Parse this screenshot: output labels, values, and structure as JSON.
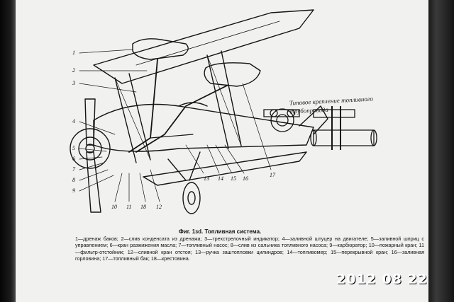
{
  "figure": {
    "caption_title": "Фиг. 1зd. Топливная система.",
    "inset_caption": "Типовое крепление топливного трубопровода",
    "callouts": [
      "1",
      "2",
      "3",
      "4",
      "5",
      "6",
      "7",
      "8",
      "9",
      "10",
      "11",
      "18",
      "12",
      "13",
      "14",
      "15",
      "16",
      "17"
    ]
  },
  "legend": {
    "text": "1—дренаж баков; 2—слив конденсата из дренажа; 3—трехстрелочный индикатор; 4—заливной штуцер на двигателе; 5—заливной шприц с управлением; 6—кран разжижения масла; 7—топливный насос; 8—слив из сальника топливного насоса; 9—карбюратор; 10—пожарный кран; 11—фильтр-отстойник; 12—сливной кран отстоя; 13—ручка заштопловки цилиндров; 14—топливомер; 15—перекрывной кран; 16—заливная горловина; 17—топливный бак; 18—крестовина."
  },
  "stamp": {
    "date": "2012 08 22"
  }
}
